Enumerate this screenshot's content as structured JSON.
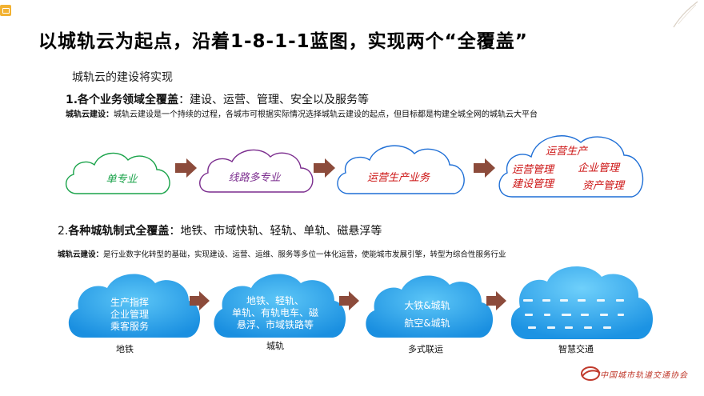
{
  "header": {
    "title": "以城轨云为起点，沿着1-8-1-1蓝图，实现两个“全覆盖”"
  },
  "intro": "城轨云的建设将实现",
  "section1": {
    "heading_bold": "1.各个业务领域全覆盖",
    "heading_rest": "：建设、运营、管理、安全以及服务等",
    "desc_bold": "城轨云建设：",
    "desc_rest": "城轨云建设是一个持续的过程，各城市可根据实际情况选择城轨云建设的起点，但目标都是构建全城全网的城轨云大平台",
    "clouds": [
      {
        "lines": [
          "单专业"
        ],
        "color": "#1aa34a"
      },
      {
        "lines": [
          "线路多专业"
        ],
        "color": "#7b2d8e"
      },
      {
        "lines": [
          "运营生产业务"
        ],
        "color": "#1f6fd6"
      },
      {
        "lines": [
          "运营生产",
          "运营管理",
          "企业管理",
          "建设管理",
          "资产管理"
        ],
        "color": "#cc1111"
      }
    ]
  },
  "section2": {
    "heading_num": "2.",
    "heading_bold": "各种城轨制式全覆盖",
    "heading_rest": "：地铁、市域快轨、轻轨、单轨、磁悬浮等",
    "desc_bold": "城轨云建设：",
    "desc_rest": "是行业数字化转型的基础，实现建设、运营、运维、服务等多位一体化运营，使能城市发展引擎，转型为综合性服务行业",
    "clouds": [
      {
        "lines": [
          "生产指挥",
          "企业管理",
          "乘客服务"
        ],
        "caption": "地铁"
      },
      {
        "lines": [
          "地铁、轻轨、",
          "单轨、有轨电车、磁",
          "悬浮、市域铁路等"
        ],
        "caption": "城轨"
      },
      {
        "lines": [
          "大铁&城轨",
          "航空&城轨"
        ],
        "caption": "多式联运"
      },
      {
        "lines": [],
        "caption": "智慧交通"
      }
    ]
  },
  "logo": {
    "text": "中国城市轨道交通协会"
  },
  "colors": {
    "arrow": "#8c4b3b",
    "blue_cloud": "#1e9be8",
    "blue_cloud_light": "#3fb6f2"
  }
}
